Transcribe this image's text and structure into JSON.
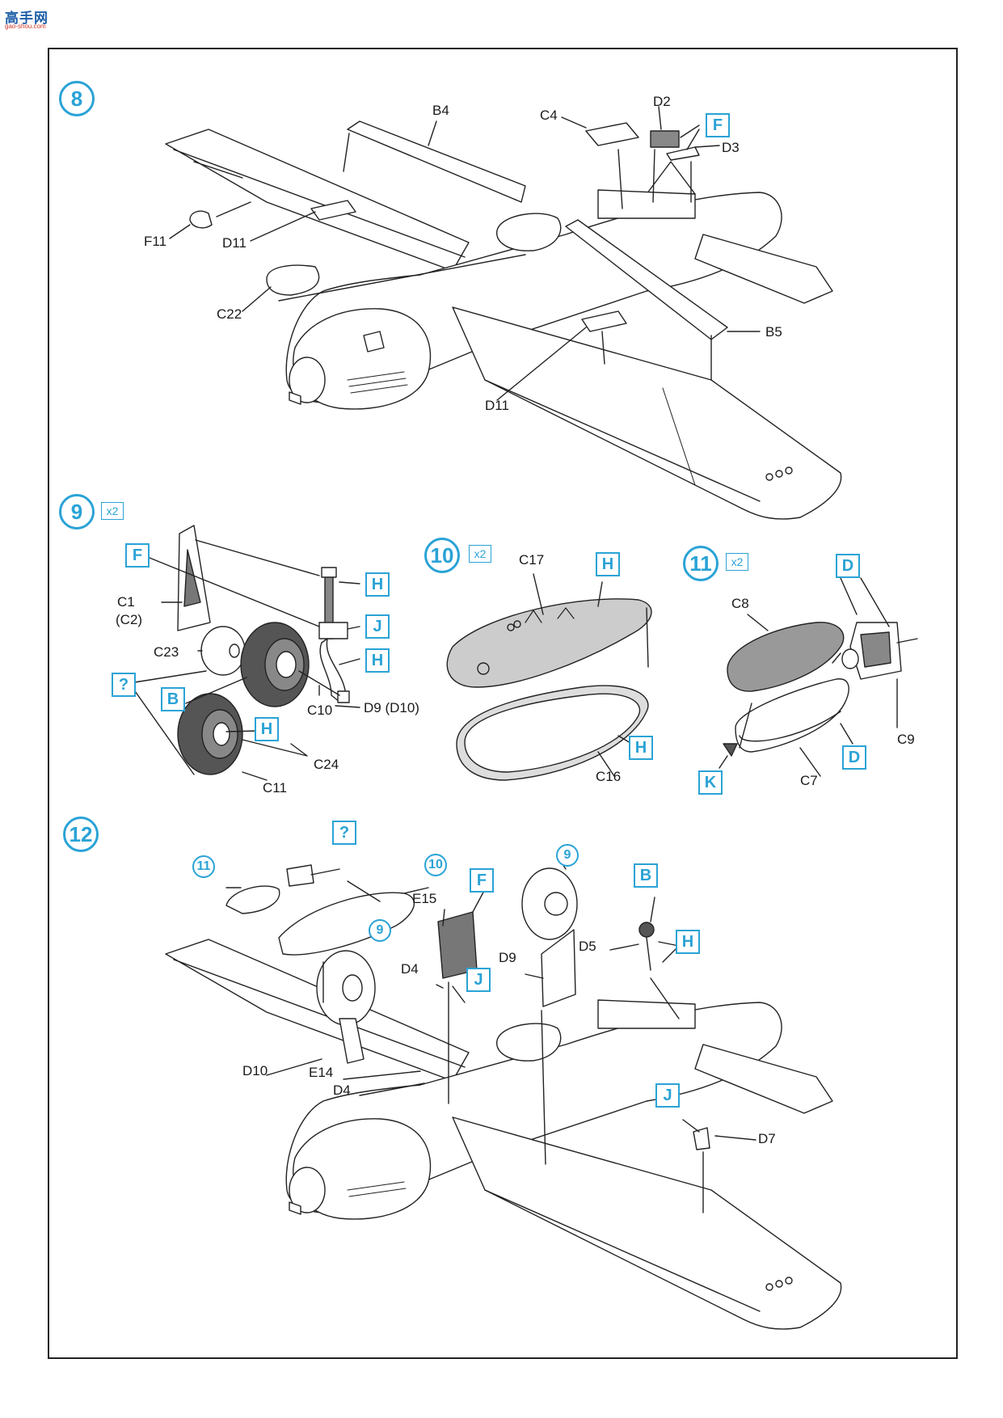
{
  "logo": {
    "text": "高手网",
    "sub": "gao-shou.com"
  },
  "steps": {
    "s8": {
      "num": "8"
    },
    "s9": {
      "num": "9",
      "mult": "x2"
    },
    "s10": {
      "num": "10",
      "mult": "x2"
    },
    "s11": {
      "num": "11",
      "mult": "x2"
    },
    "s12": {
      "num": "12"
    }
  },
  "labels8": [
    "B4",
    "C4",
    "D2",
    "D3",
    "F11",
    "D11",
    "C22",
    "B5",
    "D11"
  ],
  "boxes8": [
    "F"
  ],
  "labels9": [
    "C1",
    "(C2)",
    "C23",
    "C10",
    "D9 (D10)",
    "C24",
    "C11"
  ],
  "boxes9": [
    "F",
    "H",
    "J",
    "H",
    "?",
    "B",
    "H"
  ],
  "labels10": [
    "C17",
    "C16"
  ],
  "boxes10": [
    "H",
    "H"
  ],
  "labels11": [
    "C8",
    "C9",
    "C7"
  ],
  "boxes11": [
    "D",
    "D",
    "K"
  ],
  "labels12": [
    "E15",
    "D9",
    "D5",
    "D4",
    "D10",
    "E14",
    "D4",
    "D7"
  ],
  "boxes12": [
    "?",
    "F",
    "B",
    "H",
    "J",
    "J"
  ],
  "circles12": [
    "11",
    "10",
    "9",
    "9"
  ]
}
